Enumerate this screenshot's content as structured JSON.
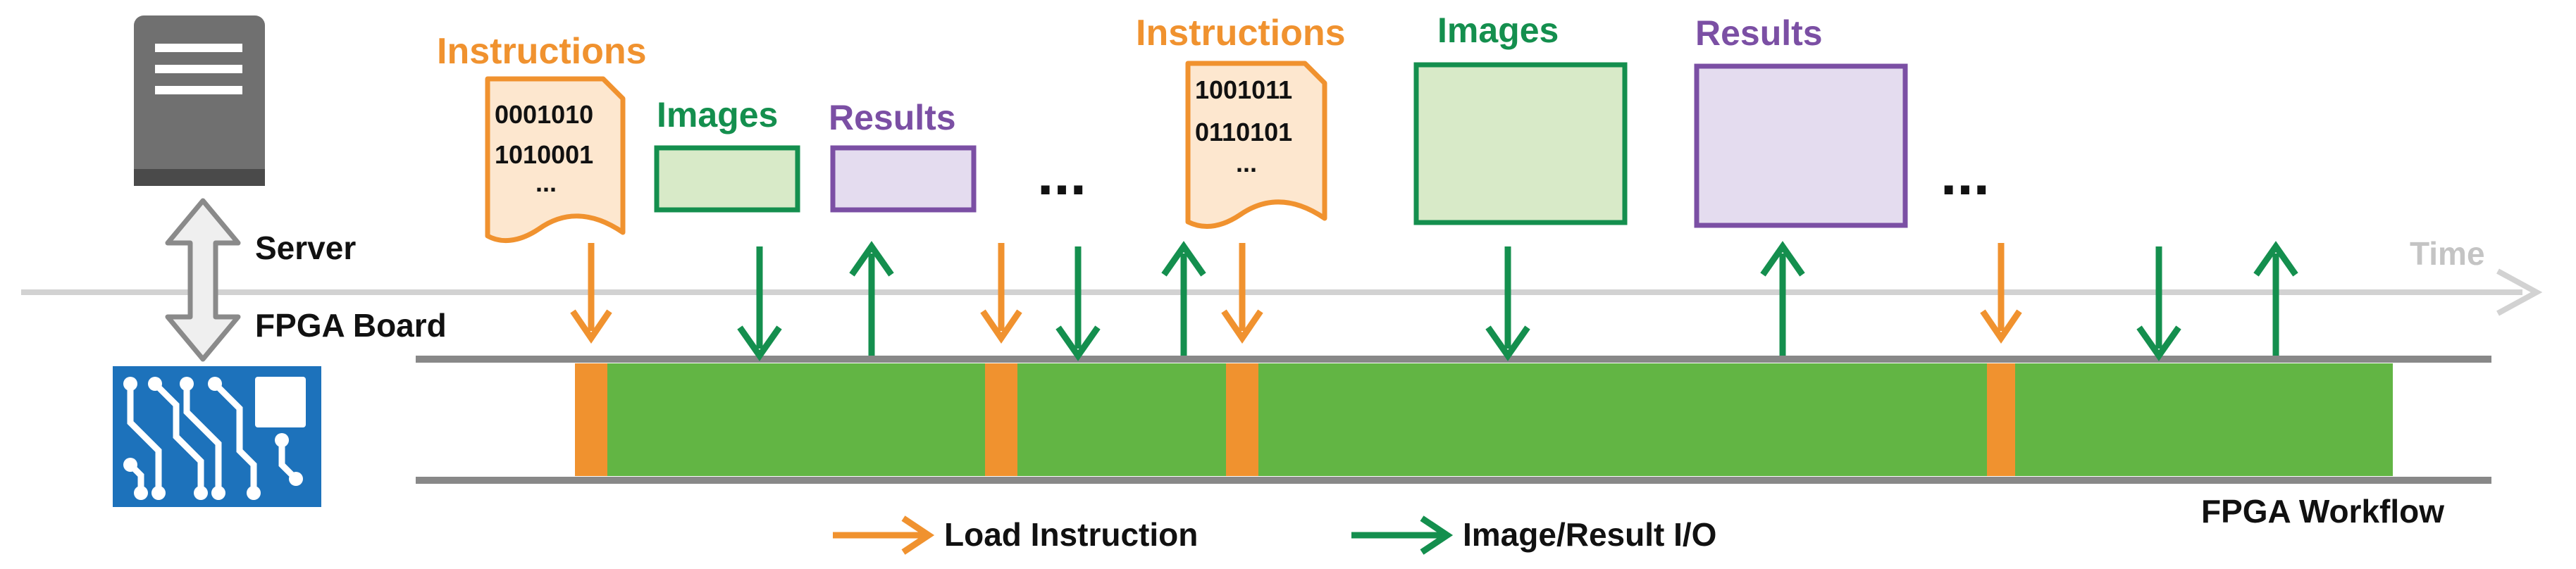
{
  "colors": {
    "orange": "#f0922f",
    "green": "#148f4e",
    "purple": "#7b4fa4",
    "bar_green": "#62b544",
    "image_fill": "#d8eac8",
    "result_fill": "#e4dcef",
    "doc_fill": "#fde7cf",
    "server_gray": "#707070",
    "board_blue": "#1d72bb",
    "time_gray": "#bbbbbb",
    "rail_gray": "#888888"
  },
  "labels": {
    "instructions_1": "Instructions",
    "instructions_2": "Instructions",
    "images_1": "Images",
    "images_2": "Images",
    "results_1": "Results",
    "results_2": "Results",
    "doc1_line1": "0001010",
    "doc1_line2": "1010001",
    "doc1_line3": "...",
    "doc2_line1": "1001011",
    "doc2_line2": "0110101",
    "doc2_line3": "...",
    "ellipsis_1": "...",
    "ellipsis_2": "...",
    "server": "Server",
    "fpga_board": "FPGA Board",
    "time": "Time",
    "fpga_workflow": "FPGA Workflow"
  },
  "legend": {
    "load_instruction": "Load Instruction",
    "image_result_io": "Image/Result I/O"
  },
  "icons": {
    "server": "server-icon",
    "board": "circuit-board-icon",
    "link": "double-arrow-icon"
  }
}
